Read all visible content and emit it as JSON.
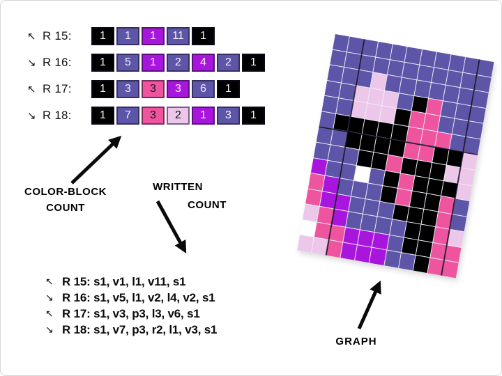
{
  "palette": {
    "violet": "#5c55a8",
    "magenta": "#a816dd",
    "pink": "#ee559e",
    "light_pink": "#ecc7e9",
    "black": "#000000",
    "white": "#ffffff"
  },
  "color_block_rows": [
    {
      "arrow": "↖",
      "label": "R 15:",
      "blocks": [
        {
          "c": "black",
          "n": "1"
        },
        {
          "c": "violet",
          "n": "1"
        },
        {
          "c": "magenta",
          "n": "1"
        },
        {
          "c": "violet",
          "n": "11"
        },
        {
          "c": "black",
          "n": "1"
        }
      ]
    },
    {
      "arrow": "↘",
      "label": "R 16:",
      "blocks": [
        {
          "c": "black",
          "n": "1"
        },
        {
          "c": "violet",
          "n": "5"
        },
        {
          "c": "magenta",
          "n": "1"
        },
        {
          "c": "violet",
          "n": "2"
        },
        {
          "c": "magenta",
          "n": "4"
        },
        {
          "c": "violet",
          "n": "2"
        },
        {
          "c": "black",
          "n": "1"
        }
      ]
    },
    {
      "arrow": "↖",
      "label": "R 17:",
      "blocks": [
        {
          "c": "black",
          "n": "1"
        },
        {
          "c": "violet",
          "n": "3"
        },
        {
          "c": "pink",
          "n": "3"
        },
        {
          "c": "magenta",
          "n": "3"
        },
        {
          "c": "violet",
          "n": "6"
        },
        {
          "c": "black",
          "n": "1"
        }
      ]
    },
    {
      "arrow": "↘",
      "label": "R 18:",
      "blocks": [
        {
          "c": "black",
          "n": "1"
        },
        {
          "c": "violet",
          "n": "7"
        },
        {
          "c": "pink",
          "n": "3"
        },
        {
          "c": "light_pink",
          "n": "2"
        },
        {
          "c": "magenta",
          "n": "1"
        },
        {
          "c": "violet",
          "n": "3"
        },
        {
          "c": "black",
          "n": "1"
        }
      ]
    }
  ],
  "annotations": {
    "color_block_label_line1": "COLOR-BLOCK",
    "color_block_label_line2": "COUNT",
    "written_label_line1": "WRITTEN",
    "written_label_line2": "COUNT",
    "graph_label": "GRAPH"
  },
  "written_count": [
    {
      "arrow": "↖",
      "text": "R 15: s1, v1, l1, v11, s1"
    },
    {
      "arrow": "↘",
      "text": "R 16: s1, v5, l1, v2, l4, v2, s1"
    },
    {
      "arrow": "↖",
      "text": "R 17: s1, v3, p3, l3, v6, s1"
    },
    {
      "arrow": "↘",
      "text": "R 18: s1, v7, p3, r2, l1, v3, s1"
    }
  ],
  "graph": {
    "rows": 14,
    "cols": 11,
    "rotation_deg": 10,
    "legend": {
      "V": "violet",
      "M": "magenta",
      "P": "pink",
      "L": "light_pink",
      "K": "black",
      "W": "white"
    },
    "cells": [
      "VVVVVVVVVVV",
      "VVVVVVVVVVV",
      "VVVLVVVVVVV",
      "VVLLLVKPVVV",
      "VVLLLKPPVVV",
      "VKKKKKPPPVV",
      "VVKKKKPPKKL",
      "VVVKKPKKKLL",
      "MVVWVKPKKKL",
      "PMVVVKPKKPV",
      "PMMVVVKKKPV",
      "LPMVVVVKKPL",
      "WPPMMMVKKPP",
      "LLPMMMVVKPP"
    ],
    "markers": {
      "vertical_after_col": [
        2,
        10
      ],
      "horizontal_after_row": [
        6
      ]
    }
  }
}
